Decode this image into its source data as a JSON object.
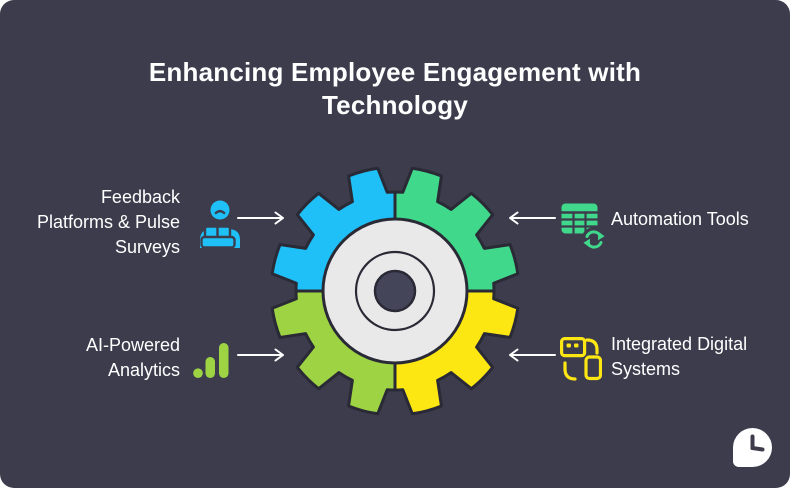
{
  "title": "Enhancing Employee Engagement with\nTechnology",
  "colors": {
    "bg": "#3c3c4d",
    "outline": "#2a2a36",
    "hub": "#e9e9e9",
    "hole": "#45455a",
    "text": "#ffffff",
    "blue": "#1fc0f7",
    "green": "#40d98c",
    "lime": "#9ed444",
    "yellow": "#fde712"
  },
  "items": [
    {
      "id": "feedback",
      "label": "Feedback\nPlatforms & Pulse\nSurveys",
      "icon": "person-feedback-icon",
      "color": "#1fc0f7",
      "side": "left"
    },
    {
      "id": "automation",
      "label": "Automation Tools",
      "icon": "spreadsheet-sync-icon",
      "color": "#40d98c",
      "side": "right"
    },
    {
      "id": "analytics",
      "label": "AI-Powered\nAnalytics",
      "icon": "analytics-bars-icon",
      "color": "#9ed444",
      "side": "left"
    },
    {
      "id": "integrated",
      "label": "Integrated Digital\nSystems",
      "icon": "devices-sync-icon",
      "color": "#fde712",
      "side": "right"
    }
  ],
  "logo": {
    "icon": "clock-logo-icon"
  }
}
